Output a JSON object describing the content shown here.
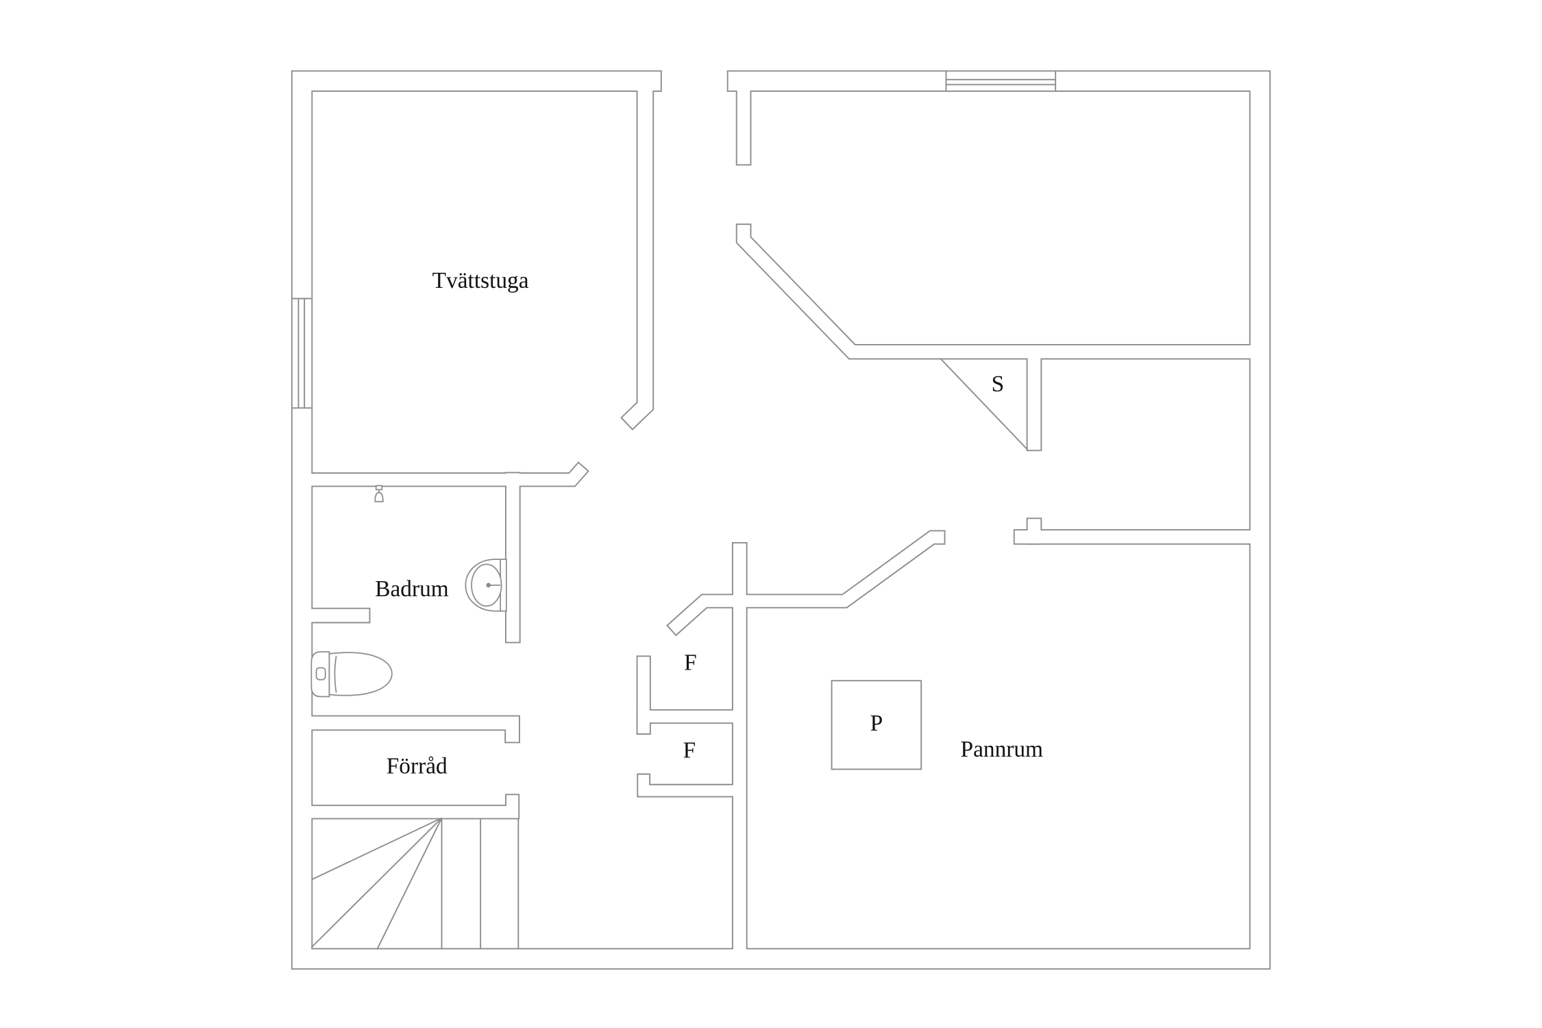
{
  "labels": {
    "tvattstuga": "Tvättstuga",
    "badrum": "Badrum",
    "forrad": "Förråd",
    "pannrum": "Pannrum",
    "storage_s": "S",
    "closet_f_upper": "F",
    "closet_f_lower": "F",
    "boiler_p": "P"
  },
  "fixtures": {
    "toilet": "toilet-icon",
    "sink": "sink-icon",
    "shower": "shower-head-icon",
    "stairs": "staircase-icon"
  },
  "colors": {
    "line": "#8c8c8c",
    "fill": "#ffffff",
    "text": "#111111"
  }
}
